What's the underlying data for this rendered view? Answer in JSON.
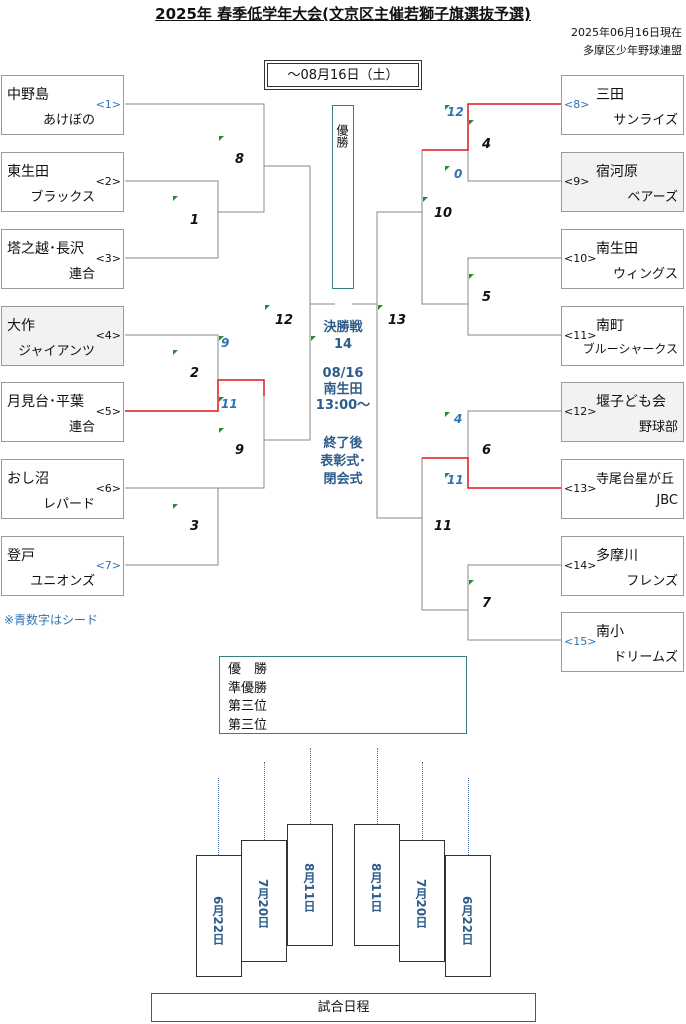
{
  "title": "2025年 春季低学年大会(文京区主催若獅子旗選抜予選)",
  "asof": "2025年06月16日現在",
  "org": "多摩区少年野球連盟",
  "date_box": "～08月16日（土）",
  "champion_label": "優勝",
  "final": {
    "l1": "決勝戦",
    "l2": "14",
    "l3": "08/16",
    "l4": "南生田",
    "l5": "13:00～",
    "l6": "終了後",
    "l7": "表彰式･",
    "l8": "閉会式"
  },
  "teams": [
    {
      "n1": "中野島",
      "n2": "あけぼの",
      "seed": "<1>"
    },
    {
      "n1": "東生田",
      "n2": "ブラックス",
      "seed": "<2>"
    },
    {
      "n1": "塔之越･長沢",
      "n2": "連合",
      "seed": "<3>"
    },
    {
      "n1": "大作",
      "n2": "ジャイアンツ",
      "seed": "<4>"
    },
    {
      "n1": "月見台･平葉",
      "n2": "連合",
      "seed": "<5>"
    },
    {
      "n1": "おし沼",
      "n2": "レパード",
      "seed": "<6>"
    },
    {
      "n1": "登戸",
      "n2": "ユニオンズ",
      "seed": "<7>"
    },
    {
      "n1": "三田",
      "n2": "サンライズ",
      "seed": "<8>"
    },
    {
      "n1": "宿河原",
      "n2": "ベアーズ",
      "seed": "<9>"
    },
    {
      "n1": "南生田",
      "n2": "ウィングス",
      "seed": "<10>"
    },
    {
      "n1": "南町",
      "n2": "ブルーシャークス",
      "seed": "<11>"
    },
    {
      "n1": "堰子ども会",
      "n2": "野球部",
      "seed": "<12>"
    },
    {
      "n1": "寺尾台星が丘",
      "n2": "JBC",
      "seed": "<13>"
    },
    {
      "n1": "多摩川",
      "n2": "フレンズ",
      "seed": "<14>"
    },
    {
      "n1": "南小",
      "n2": "ドリームズ",
      "seed": "<15>"
    }
  ],
  "games": {
    "g1": "1",
    "g2": "2",
    "g3": "3",
    "g4": "4",
    "g5": "5",
    "g6": "6",
    "g7": "7",
    "g8": "8",
    "g9": "9",
    "g10": "10",
    "g11": "11",
    "g12": "12",
    "g13": "13"
  },
  "scores": {
    "s4": "9",
    "s5": "11",
    "s8": "12",
    "s9": "0",
    "s12": "4",
    "s13": "11"
  },
  "note": "※青数字はシード",
  "results": [
    "優　勝",
    "準優勝",
    "第三位",
    "第三位"
  ],
  "schedule": [
    "6月22日",
    "7月20日",
    "8月11日",
    "8月11日",
    "7月20日",
    "6月22日"
  ],
  "footer": "試合日程",
  "colors": {
    "line": "#8a8a8a",
    "winner": "#e0161e",
    "seed": "#2e74b5",
    "border": "#3a7f80"
  }
}
